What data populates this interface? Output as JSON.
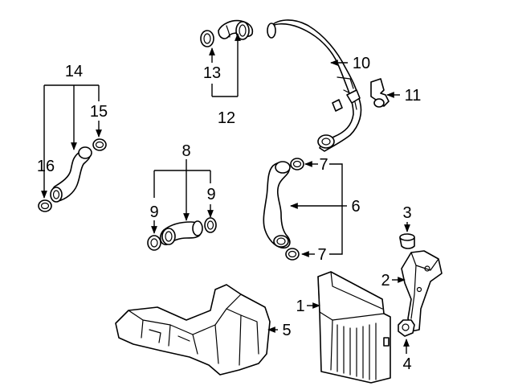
{
  "callouts": {
    "c1": "1",
    "c2": "2",
    "c3": "3",
    "c4": "4",
    "c5": "5",
    "c6": "6",
    "c7a": "7",
    "c7b": "7",
    "c8": "8",
    "c9a": "9",
    "c9b": "9",
    "c10": "10",
    "c11": "11",
    "c12": "12",
    "c13": "13",
    "c14": "14",
    "c15": "15",
    "c16": "16"
  }
}
